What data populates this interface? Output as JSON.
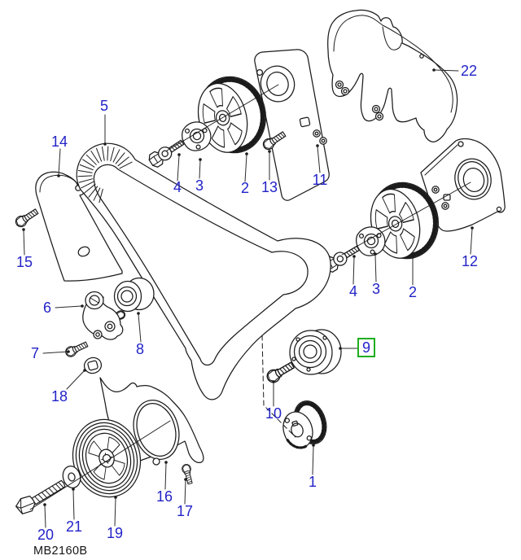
{
  "diagram": {
    "code_label": "MB2160B",
    "highlighted_part": "9",
    "colors": {
      "line": "#1b1b1b",
      "label": "#2323c8",
      "highlight": "#1fae1f",
      "background": "#ffffff"
    },
    "parts": {
      "p1": "1",
      "p2_top": "2",
      "p2_right": "2",
      "p3_top": "3",
      "p3_right": "3",
      "p4_top": "4",
      "p4_right": "4",
      "p5": "5",
      "p6": "6",
      "p7": "7",
      "p8": "8",
      "p9": "9",
      "p10": "10",
      "p11": "11",
      "p12": "12",
      "p13": "13",
      "p14": "14",
      "p15": "15",
      "p16": "16",
      "p17": "17",
      "p18": "18",
      "p19": "19",
      "p20": "20",
      "p21": "21",
      "p22": "22"
    }
  }
}
